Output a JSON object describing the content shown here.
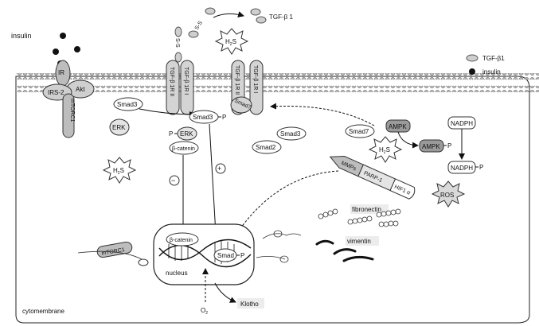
{
  "labels": {
    "insulin_top": "insulin",
    "tgfb1_released": "TGF-β 1",
    "h2s_top": "H",
    "h2s_top_sub": "2",
    "h2s_top_tail": "S",
    "ss_left": "S-S",
    "ss_right": "S-S",
    "ir": "IR",
    "irs2": "IRS-2",
    "akt": "Akt",
    "mtorc1_vertical": "mTORC1",
    "tgfb_1r_ii_a": "TGF-β 1R II",
    "tgfb_1r_i_a": "TGF-β 1R I",
    "tgfb_1r_ii_b": "TGF-β 1R II",
    "tgfb_1r_i_b": "TGF-β 1R I",
    "smad7_receptor": "Smad7",
    "smad3_a": "Smad3",
    "smad3_p": "Smad3",
    "p_suffix": "P",
    "erk": "ERK",
    "p_erk_prefix": "P",
    "p_erk": "ERK",
    "beta_catenin": "β-catenin",
    "h2s_left": "H",
    "h2s_left_sub": "2",
    "h2s_left_tail": "S",
    "minus": "−",
    "plus": "+",
    "smad2": "Smad2",
    "smad3_b": "Smad3",
    "smad7": "Smad7",
    "ampk": "AMPK",
    "ampk_p": "AMPK",
    "h2s_right": "H",
    "h2s_right_sub": "2",
    "h2s_right_tail": "S",
    "nadph": "NADPH",
    "nadph_p": "NADPH",
    "mmps": "MMPs",
    "parp1": "PARP-1",
    "hif1a": "HIF1 α",
    "ros": "ROS",
    "fibronectin": "fibronectin",
    "vimentin": "vimentin",
    "mtorc1_left": "mTORC1",
    "beta_catenin_nucleus": "β-catenin",
    "smad_nucleus": "Smad",
    "nucleus": "nucleus",
    "o2": "O",
    "o2_sub": "2",
    "klotho": "Klotho",
    "cytomembrane": "cytomembrane"
  },
  "legend": {
    "tgfb1": "TGF-β1",
    "insulin": "insulin"
  },
  "colors": {
    "membrane_head": "#b8b8b8",
    "protein_fill": "#d4d4d4",
    "dark_protein": "#9a9a9a",
    "ink": "#111111",
    "label_box": "#ececec"
  }
}
